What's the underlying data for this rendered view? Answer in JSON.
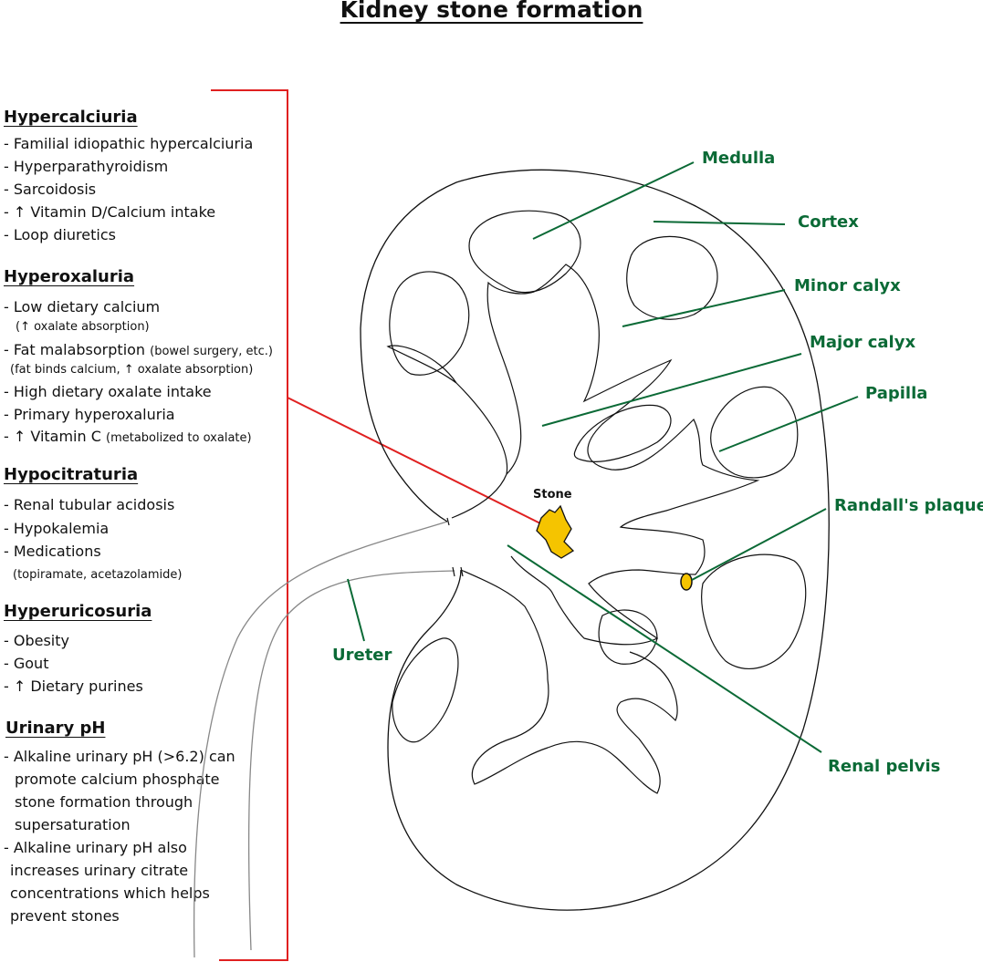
{
  "title": "Kidney stone formation",
  "sections": [
    {
      "heading": "Hypercalciuria",
      "items": [
        {
          "text": "- Familial idiopathic hypercalciuria"
        },
        {
          "text": "- Hyperparathyroidism"
        },
        {
          "text": "- Sarcoidosis"
        },
        {
          "text": "- ↑ Vitamin D/Calcium intake"
        },
        {
          "text": "- Loop diuretics"
        }
      ]
    },
    {
      "heading": "Hyperoxaluria",
      "items": [
        {
          "text": "- Low dietary calcium"
        },
        {
          "note": "(↑ oxalate absorption)"
        },
        {
          "text": "- Fat malabsorption",
          "note": "(bowel surgery, etc.)"
        },
        {
          "note": "(fat binds calcium, ↑ oxalate absorption)"
        },
        {
          "text": "- High dietary oxalate intake"
        },
        {
          "text": "- Primary hyperoxaluria"
        },
        {
          "text": "- ↑ Vitamin C",
          "note": "(metabolized to oxalate)"
        }
      ]
    },
    {
      "heading": "Hypocitraturia",
      "items": [
        {
          "text": "- Renal tubular acidosis"
        },
        {
          "text": "- Hypokalemia"
        },
        {
          "text": "- Medications"
        },
        {
          "note": "(topiramate, acetazolamide)"
        }
      ]
    },
    {
      "heading": "Hyperuricosuria",
      "items": [
        {
          "text": "- Obesity"
        },
        {
          "text": "- Gout"
        },
        {
          "text": "- ↑ Dietary purines"
        }
      ]
    },
    {
      "heading": "Urinary pH",
      "items": [
        {
          "text": "- Alkaline urinary pH (>6.2) can"
        },
        {
          "text": "promote calcium phosphate"
        },
        {
          "text": "stone formation through"
        },
        {
          "text": "supersaturation"
        },
        {
          "text": "- Alkaline urinary pH also"
        },
        {
          "text": "increases urinary citrate"
        },
        {
          "text": "concentrations which helps"
        },
        {
          "text": "prevent stones"
        }
      ]
    }
  ],
  "labels": {
    "medulla": "Medulla",
    "cortex": "Cortex",
    "minor_calyx": "Minor calyx",
    "major_calyx": "Major calyx",
    "papilla": "Papilla",
    "randalls_plaque": "Randall's plaque",
    "ureter": "Ureter",
    "renal_pelvis": "Renal pelvis",
    "stone": "Stone"
  },
  "colors": {
    "label_green": "#0b6a36",
    "bracket_red": "#e02020",
    "stone_yellow": "#f5c400"
  }
}
